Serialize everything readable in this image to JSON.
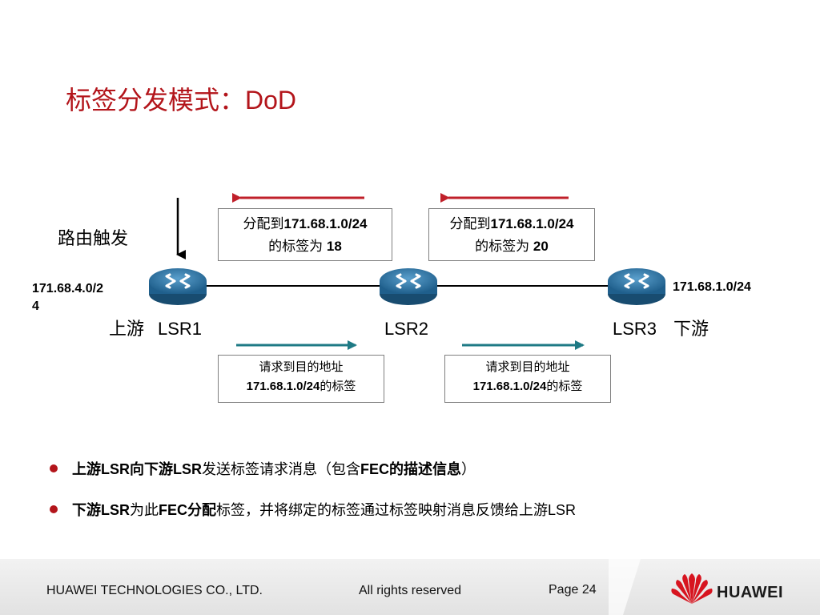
{
  "title": "标签分发模式：DoD",
  "trigger_label": "路由触发",
  "label_boxes": [
    {
      "line1_cn": "分配到",
      "line1_addr": "171.68.1.0/24",
      "line2_cn": "的标签为",
      "line2_val": "18"
    },
    {
      "line1_cn": "分配到",
      "line1_addr": "171.68.1.0/24",
      "line2_cn": "的标签为",
      "line2_val": "20"
    }
  ],
  "request_boxes": [
    {
      "line1": "请求到目的地址",
      "line2_addr": "171.68.1.0/24",
      "line2_cn": "的标签"
    },
    {
      "line1": "请求到目的地址",
      "line2_addr": "171.68.1.0/24",
      "line2_cn": "的标签"
    }
  ],
  "routers": [
    "LSR1",
    "LSR2",
    "LSR3"
  ],
  "left_network_line1": "171.68.4.0/2",
  "left_network_line2": "4",
  "right_network": "171.68.1.0/24",
  "upstream_label": "上游",
  "downstream_label": "下游",
  "bullets": [
    {
      "p1": "上游LSR向下游LSR",
      "p2": "发送标签请求消息（包含",
      "p3": "FEC的描述信息",
      "p4": "）"
    },
    {
      "p1": "下游LSR",
      "p2": "为此",
      "p3": "FEC分配",
      "p4": "标签，并将绑定的标签通过标签映射消息反馈给上游LSR"
    }
  ],
  "footer": {
    "company": "HUAWEI TECHNOLOGIES CO., LTD.",
    "rights": "All rights reserved",
    "page": "Page 24",
    "logo": "HUAWEI"
  },
  "colors": {
    "title": "#b3151b",
    "mapping_arrow": "#c0202a",
    "request_arrow": "#1e7a85",
    "router": "#2b6f9e"
  }
}
